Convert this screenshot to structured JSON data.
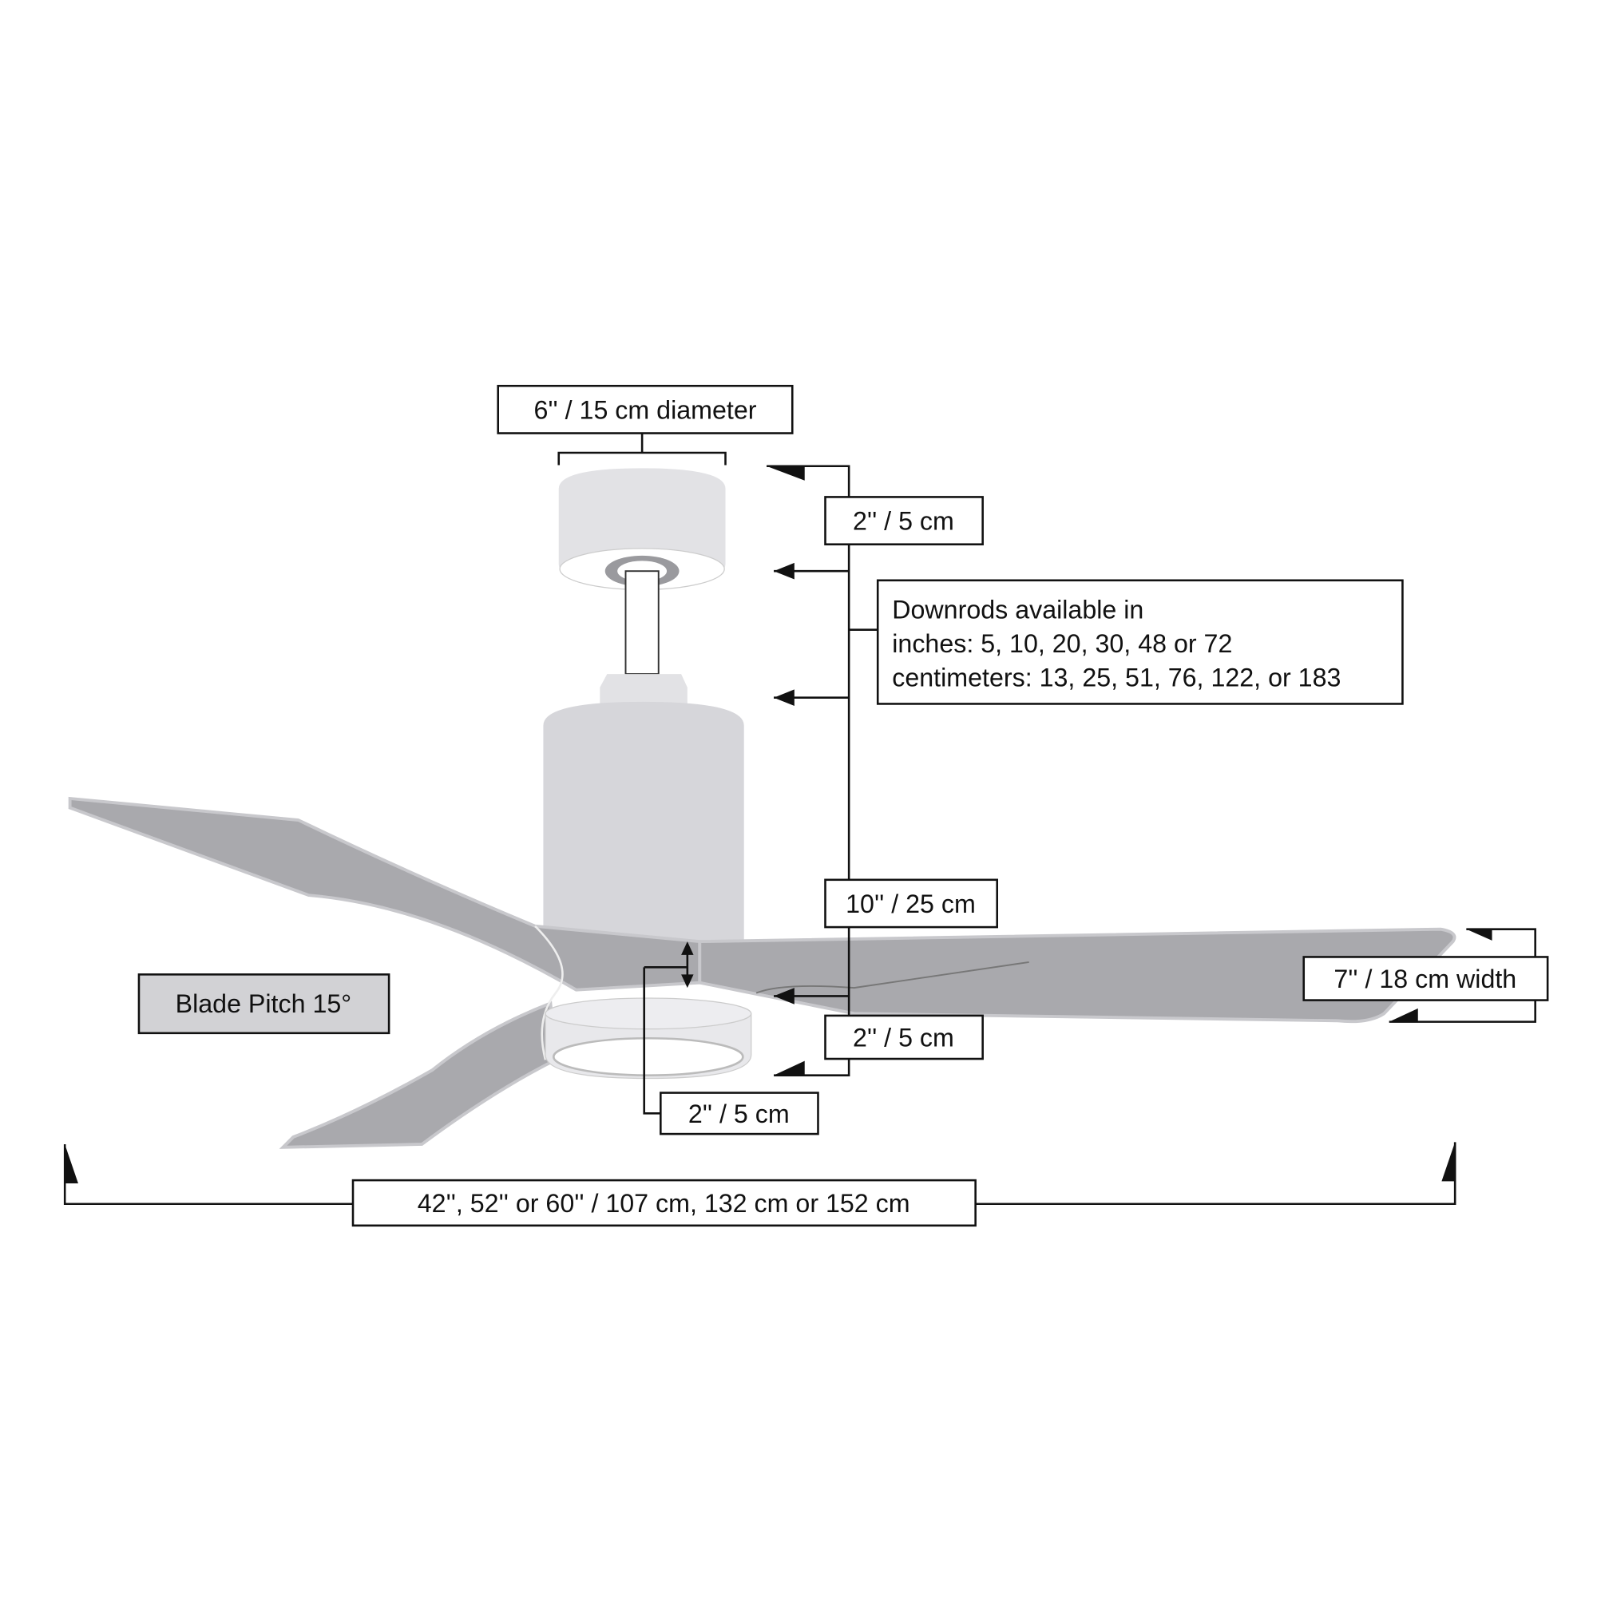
{
  "labels": {
    "canopy_diameter": "6'' / 15 cm diameter",
    "canopy_height": "2'' / 5 cm",
    "downrods_line1": "Downrods available in",
    "downrods_line2": "inches: 5, 10, 20, 30, 48 or 72",
    "downrods_line3": "centimeters: 13, 25, 51, 76, 122, or 183",
    "motor_height": "10'' / 25 cm",
    "blade_to_light": "2'' / 5 cm",
    "light_height": "2'' / 5 cm",
    "blade_width": "7'' / 18 cm width",
    "blade_pitch": "Blade Pitch 15°",
    "span": "42'', 52'' or 60'' / 107 cm, 132  cm or 152 cm"
  },
  "colors": {
    "blade": "#a9a9ad",
    "housing": "#d6d6da",
    "canopy": "#e2e2e5",
    "pitch_box": "#d2d2d5"
  }
}
